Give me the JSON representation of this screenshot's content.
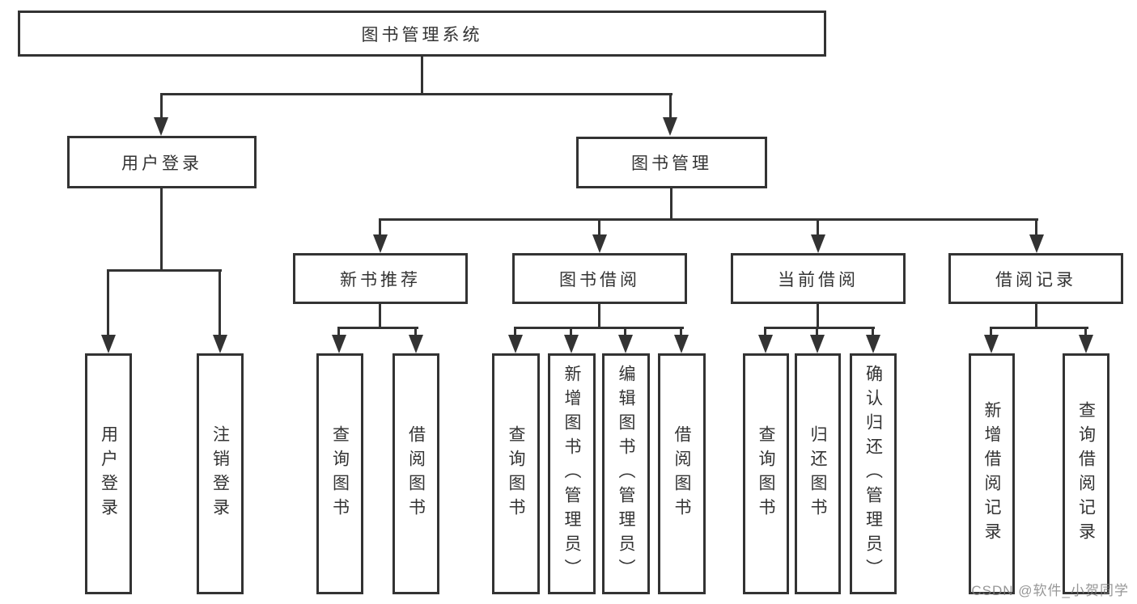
{
  "diagram": {
    "tree": {
      "label": "图书管理系统",
      "children": [
        {
          "label": "用户登录",
          "children": [
            {
              "label": "用户登录"
            },
            {
              "label": "注销登录"
            }
          ]
        },
        {
          "label": "图书管理",
          "children": [
            {
              "label": "新书推荐",
              "children": [
                {
                  "label": "查询图书"
                },
                {
                  "label": "借阅图书"
                }
              ]
            },
            {
              "label": "图书借阅",
              "children": [
                {
                  "label": "查询图书"
                },
                {
                  "label": "新增图书（管理员）"
                },
                {
                  "label": "编辑图书（管理员）"
                },
                {
                  "label": "借阅图书"
                }
              ]
            },
            {
              "label": "当前借阅",
              "children": [
                {
                  "label": "查询图书"
                },
                {
                  "label": "归还图书"
                },
                {
                  "label": "确认归还（管理员）"
                }
              ]
            },
            {
              "label": "借阅记录",
              "children": [
                {
                  "label": "新增借阅记录"
                },
                {
                  "label": "查询借阅记录"
                }
              ]
            }
          ]
        }
      ]
    },
    "colors": {
      "line": "#333333",
      "text": "#333333",
      "background": "#ffffff",
      "watermark_gray": "#808080"
    }
  },
  "watermark": {
    "text": "CSDN @软件_小贺同学"
  }
}
